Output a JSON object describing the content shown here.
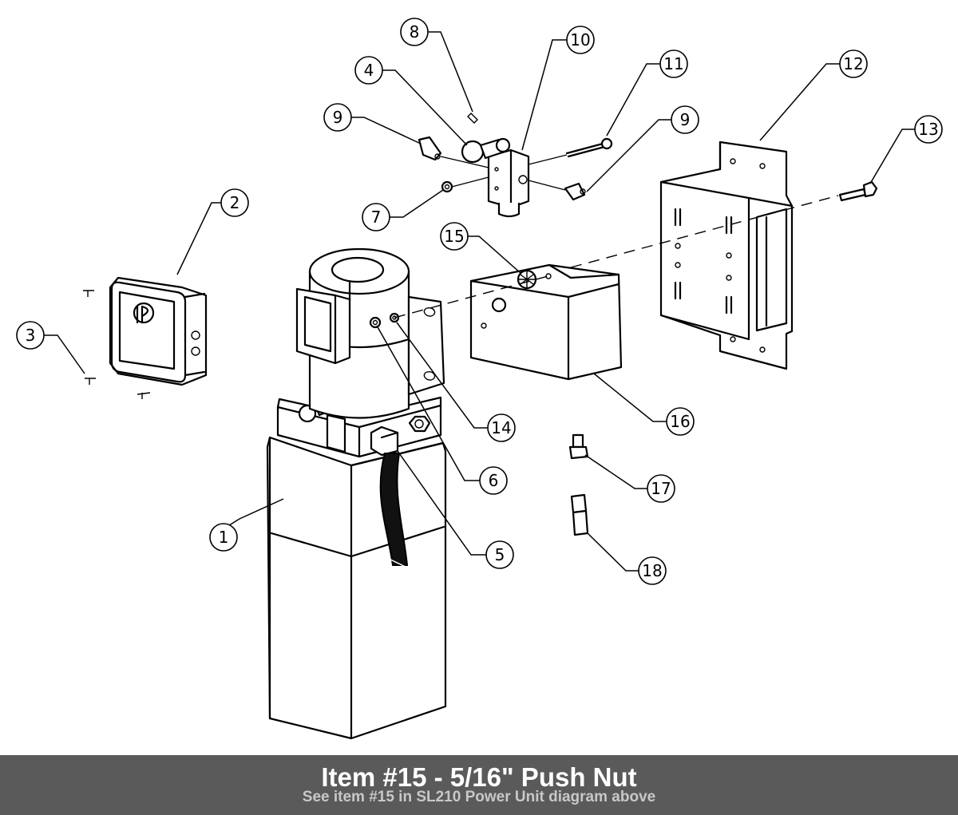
{
  "diagram": {
    "callouts": [
      {
        "id": "c1",
        "label": "1"
      },
      {
        "id": "c2",
        "label": "2"
      },
      {
        "id": "c3",
        "label": "3"
      },
      {
        "id": "c4",
        "label": "4"
      },
      {
        "id": "c5",
        "label": "5"
      },
      {
        "id": "c6",
        "label": "6"
      },
      {
        "id": "c7",
        "label": "7"
      },
      {
        "id": "c8",
        "label": "8"
      },
      {
        "id": "c9a",
        "label": "9"
      },
      {
        "id": "c9b",
        "label": "9"
      },
      {
        "id": "c10",
        "label": "10"
      },
      {
        "id": "c11",
        "label": "11"
      },
      {
        "id": "c12",
        "label": "12"
      },
      {
        "id": "c13",
        "label": "13"
      },
      {
        "id": "c14",
        "label": "14"
      },
      {
        "id": "c15",
        "label": "15"
      },
      {
        "id": "c16",
        "label": "16"
      },
      {
        "id": "c17",
        "label": "17"
      },
      {
        "id": "c18",
        "label": "18"
      }
    ]
  },
  "caption": {
    "title": "Item #15 - 5/16\" Push Nut",
    "subtitle": "See item #15 in SL210 Power Unit diagram above"
  }
}
